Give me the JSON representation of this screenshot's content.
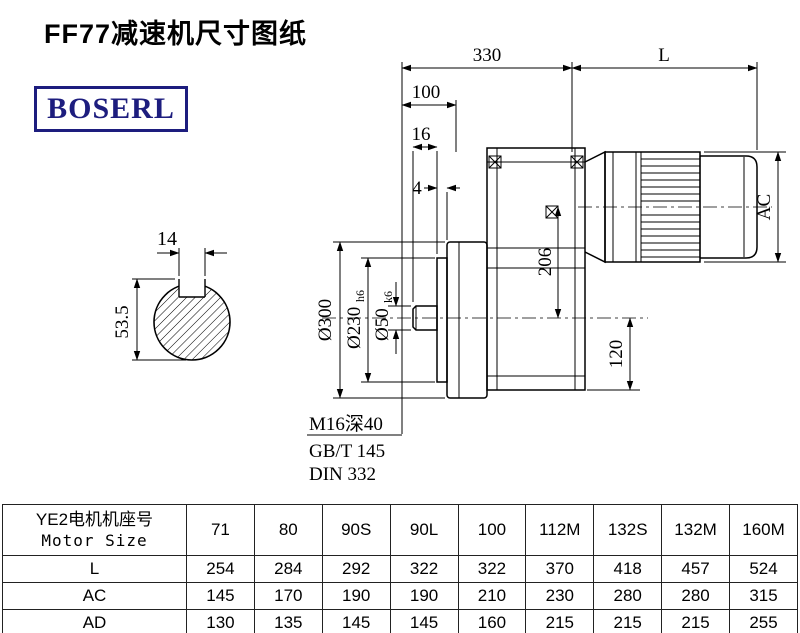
{
  "page": {
    "title": "FF77减速机尺寸图纸"
  },
  "logo": {
    "text": "BOSERL"
  },
  "drawing": {
    "dim_330": "330",
    "dim_L": "L",
    "dim_100": "100",
    "dim_16": "16",
    "dim_4": "4",
    "dim_AC": "AC",
    "dim_206": "206",
    "dim_120": "120",
    "dia_300": "Ø300",
    "dia_230": "Ø230",
    "dia_230_tol": "h6",
    "dia_50": "Ø50",
    "dia_50_tol": "k6",
    "key_width": "14",
    "key_height": "53.5",
    "note_thread": "M16深40",
    "note_gb": "GB/T 145",
    "note_din": "DIN 332"
  },
  "table": {
    "header": {
      "line1": "YE2电机机座号",
      "line2": "Motor Size"
    },
    "motor_sizes": [
      "71",
      "80",
      "90S",
      "90L",
      "100",
      "112M",
      "132S",
      "132M",
      "160M"
    ],
    "rows": [
      {
        "label": "L",
        "values": [
          "254",
          "284",
          "292",
          "322",
          "322",
          "370",
          "418",
          "457",
          "524"
        ]
      },
      {
        "label": "AC",
        "values": [
          "145",
          "170",
          "190",
          "190",
          "210",
          "230",
          "280",
          "280",
          "315"
        ]
      },
      {
        "label": "AD",
        "values": [
          "130",
          "135",
          "145",
          "145",
          "160",
          "215",
          "215",
          "215",
          "255"
        ]
      }
    ]
  }
}
